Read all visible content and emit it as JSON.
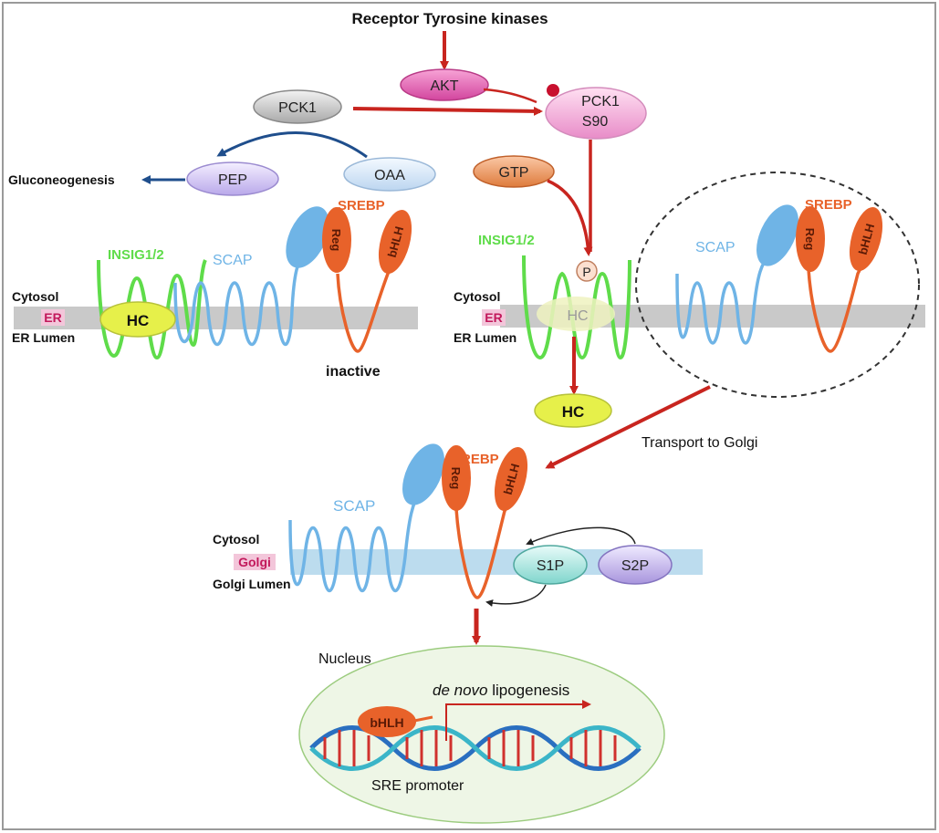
{
  "header": {
    "source_label": "Receptor Tyrosine kinases"
  },
  "signaling": {
    "akt": "AKT",
    "pck1": "PCK1",
    "pck1_phospho_line1": "PCK1",
    "pck1_phospho_line2": "S90",
    "phospho_mark": "P",
    "gtp": "GTP",
    "pep": "PEP",
    "oaa": "OAA",
    "gluconeogenesis": "Gluconeogenesis"
  },
  "er_left": {
    "insig": "INSIG1/2",
    "scap": "SCAP",
    "srebp": "SREBP",
    "reg": "Reg",
    "bhlh": "bHLH",
    "hc": "HC",
    "cytosol": "Cytosol",
    "compartment": "ER",
    "lumen": "ER Lumen",
    "state": "inactive"
  },
  "er_right": {
    "insig": "INSIG1/2",
    "scap": "SCAP",
    "srebp": "SREBP",
    "reg": "Reg",
    "bhlh": "bHLH",
    "hc": "HC",
    "hc_released": "HC",
    "cytosol": "Cytosol",
    "compartment": "ER",
    "lumen": "ER Lumen"
  },
  "transport": {
    "label": "Transport to Golgi"
  },
  "golgi": {
    "scap": "SCAP",
    "srebp": "SREBP",
    "reg": "Reg",
    "bhlh": "bHLH",
    "s1p": "S1P",
    "s2p": "S2P",
    "cytosol": "Cytosol",
    "compartment": "Golgi",
    "lumen": "Golgi Lumen"
  },
  "nucleus": {
    "label": "Nucleus",
    "bhlh": "bHLH",
    "lipogenesis_italic": "de novo",
    "lipogenesis_rest": " lipogenesis",
    "promoter": "SRE promoter"
  },
  "colors": {
    "arrow_red": "#c8251f",
    "arrow_blue": "#1f4e8c",
    "insig_green": "#5fdc4a",
    "scap_blue": "#6fb4e6",
    "srebp_orange": "#e8622a",
    "hc_yellow": "#e6f04a",
    "membrane_gray": "#c9c9c9",
    "golgi_membrane": "#bcdcee",
    "nucleus_fill": "#eef6e6"
  }
}
